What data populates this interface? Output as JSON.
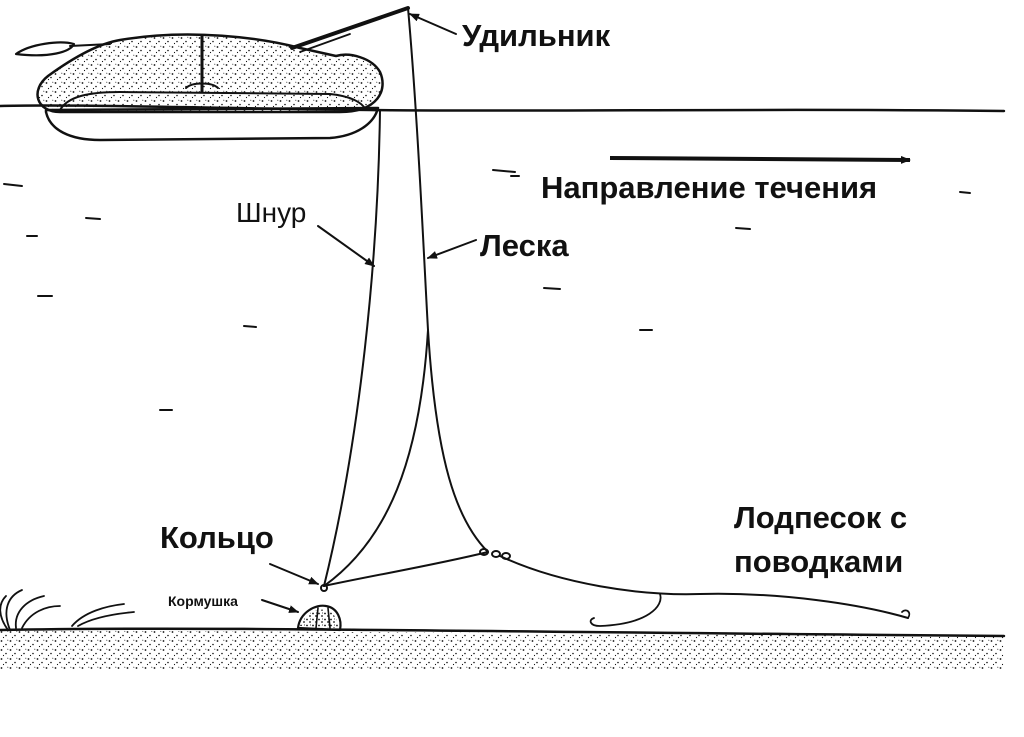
{
  "labels": {
    "rod": "Удильник",
    "current": "Направление течения",
    "cord": "Шнур",
    "line": "Леска",
    "ring": "Кольцо",
    "feeder": "Кормушка",
    "rig_line1": "Лодпесок с",
    "rig_line2": "поводками"
  },
  "colors": {
    "ink": "#111111",
    "background": "#ffffff"
  }
}
